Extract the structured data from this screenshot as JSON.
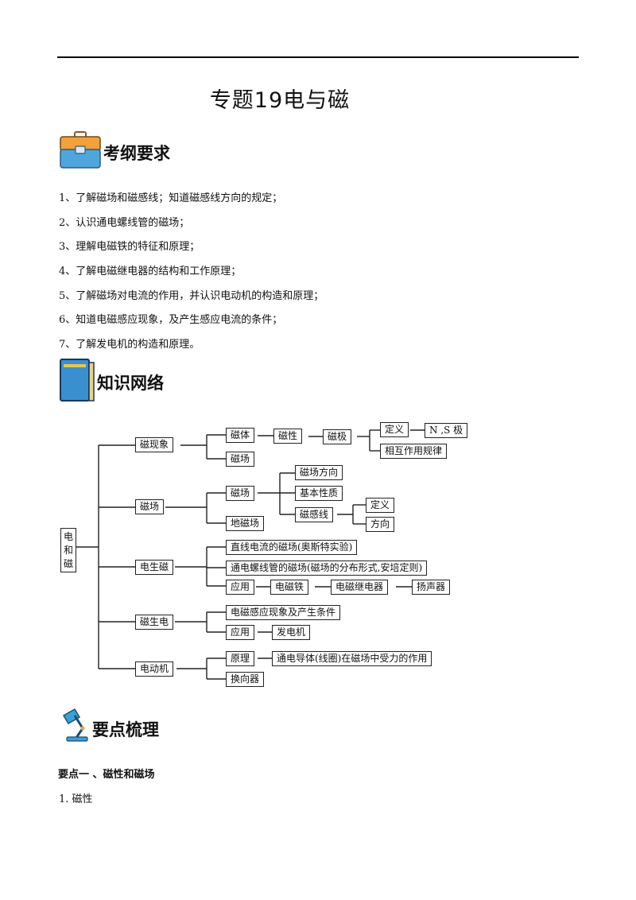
{
  "title": "专题19电与磁",
  "sections": {
    "outline": "考纲要求",
    "network": "知识网络",
    "points": "要点梳理"
  },
  "requirements": [
    "1、了解磁场和磁感线；知道磁感线方向的规定；",
    "2、认识通电螺线管的磁场；",
    "3、理解电磁铁的特征和原理；",
    "4、了解电磁继电器的结构和工作原理；",
    "5、了解磁场对电流的作用，并认识电动机的构造和原理；",
    "6、知道电磁感应现象，及产生感应电流的条件；",
    "7、了解发电机的构造和原理。"
  ],
  "diagram": {
    "root": "电和磁",
    "n_cixianxiang": "磁现象",
    "n_citi": "磁体",
    "n_cixing": "磁性",
    "n_ciji": "磁极",
    "n_dingyi1": "定义",
    "n_nsji": "N ,S 极",
    "n_xianghu": "相互作用规律",
    "n_cichang_a": "磁场",
    "n_cichang_main": "磁场",
    "n_cichang_b": "磁场",
    "n_dicichang": "地磁场",
    "n_cichangfangxiang": "磁场方向",
    "n_jiben": "基本性质",
    "n_ciganxian": "磁感线",
    "n_dingyi2": "定义",
    "n_fangxiang": "方向",
    "n_dianshengci": "电生磁",
    "n_zhixian": "直线电流的磁场(奥斯特实验)",
    "n_luoxianguan": "通电螺线管的磁场(磁场的分布形式,安培定则)",
    "n_yingyong1": "应用",
    "n_diancitie": "电磁铁",
    "n_jidianqi": "电磁继电器",
    "n_yangshengqi": "扬声器",
    "n_cishengdian": "磁生电",
    "n_ganying": "电磁感应现象及产生条件",
    "n_yingyong2": "应用",
    "n_fadianji": "发电机",
    "n_diandongji": "电动机",
    "n_yuanli": "原理",
    "n_shouli": "通电导体(线圈)在磁场中受力的作用",
    "n_huanxiangqi": "换向器"
  },
  "points": {
    "heading": "要点一 、磁性和磁场",
    "sub": "1. 磁性"
  },
  "colors": {
    "briefcase_top": "#f3a13a",
    "briefcase_body": "#4ea6dc",
    "book": "#3a8fd0",
    "lamp": "#3aa0d8"
  }
}
